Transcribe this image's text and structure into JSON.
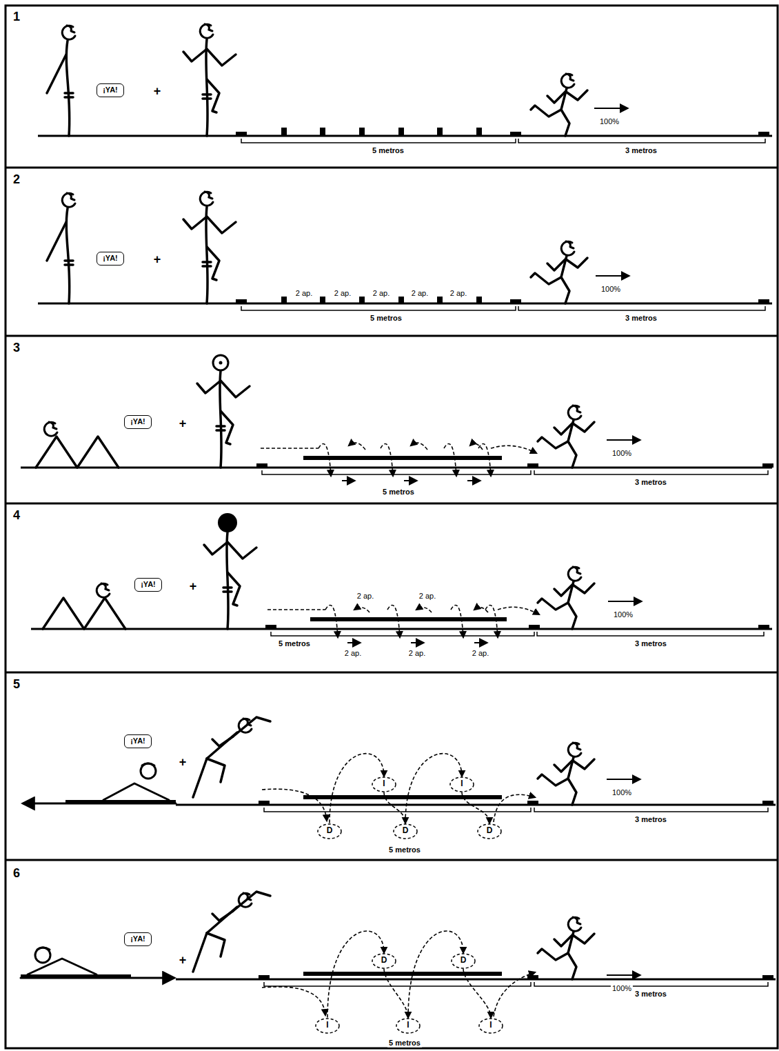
{
  "diagram": {
    "nodes": [
      {
        "text": [
          "¡YA!"
        ]
      },
      {
        "text": [
          "¡YA!"
        ]
      },
      {
        "text": [
          "¡YA!"
        ]
      },
      {
        "text": [
          "¡YA!"
        ]
      },
      {
        "text": [
          "¡YA!"
        ]
      },
      {
        "text": [
          "I"
        ]
      },
      {
        "text": [
          "I"
        ]
      },
      {
        "text": [
          "D"
        ]
      },
      {
        "text": [
          "D"
        ]
      },
      {
        "text": [
          "D"
        ]
      },
      {
        "text": [
          "¡YA!"
        ]
      },
      {
        "text": [
          "D"
        ]
      },
      {
        "text": [
          "D"
        ]
      },
      {
        "text": [
          "I"
        ]
      },
      {
        "text": [
          "I"
        ]
      },
      {
        "text": [
          "I"
        ]
      }
    ],
    "edges": [
      {
        "from": 7,
        "to": 5,
        "arrow": "to"
      },
      {
        "from": 5,
        "to": 8,
        "arrow": "to"
      },
      {
        "from": 8,
        "to": 6,
        "arrow": "to"
      },
      {
        "from": 6,
        "to": 9,
        "arrow": "to"
      },
      {
        "from": 13,
        "to": 11,
        "arrow": "to"
      },
      {
        "from": 11,
        "to": 14,
        "arrow": "to"
      },
      {
        "from": 14,
        "to": 12,
        "arrow": "to"
      },
      {
        "from": 12,
        "to": 15,
        "arrow": "to"
      }
    ],
    "labels": [
      "1",
      "+",
      "5 metros",
      "3 metros",
      "100%",
      "2",
      "+",
      "2 ap.",
      "2 ap.",
      "2 ap.",
      "2 ap.",
      "2 ap.",
      "5 metros",
      "3 metros",
      "100%",
      "3",
      "+",
      "5 metros",
      "3 metros",
      "100%",
      "4",
      "+",
      "2 ap.",
      "2 ap.",
      "2 ap.",
      "2 ap.",
      "2 ap.",
      "5 metros",
      "3 metros",
      "100%",
      "5",
      "+",
      "5 metros",
      "3 metros",
      "100%",
      "6",
      "+",
      "5 metros",
      "3 metros",
      "100%"
    ]
  }
}
